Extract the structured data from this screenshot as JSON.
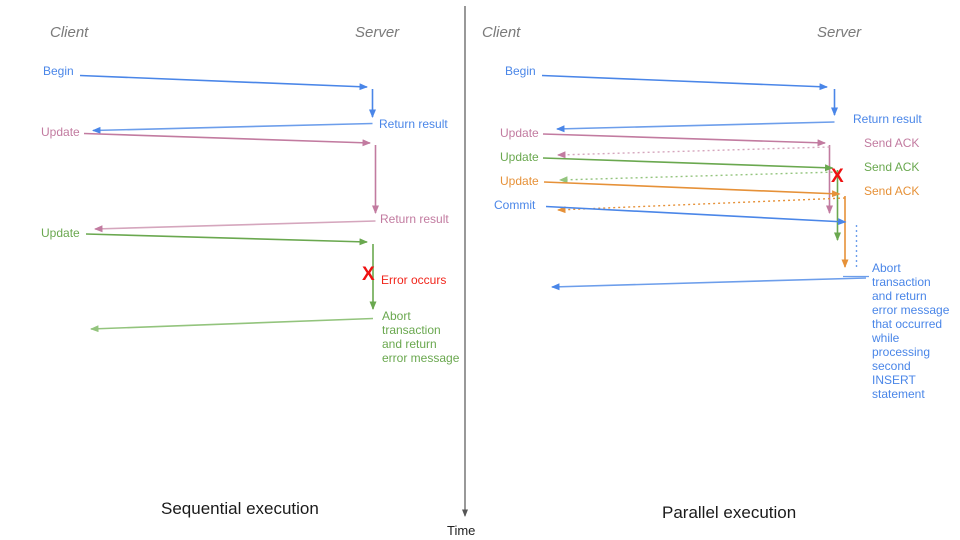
{
  "colors": {
    "blue": "#4a86e8",
    "blue_light": "#6d9eeb",
    "pink": "#c27ba0",
    "pink_light": "#d5a6bd",
    "green": "#6aa84f",
    "green_light": "#93c47d",
    "orange": "#e69138",
    "orange_light": "#f6b26b",
    "red": "#ee1111",
    "header_gray": "#7a7a7a"
  },
  "timeline": {
    "label": "Time"
  },
  "left": {
    "title": "Sequential execution",
    "client_header": "Client",
    "server_header": "Server",
    "labels": {
      "begin": "Begin",
      "return1": "Return result",
      "update1": "Update",
      "return2": "Return result",
      "update2": "Update",
      "x_mark": "X",
      "error": "Error occurs",
      "abort": "Abort\ntransaction\nand return\nerror message"
    }
  },
  "right": {
    "title": "Parallel execution",
    "client_header": "Client",
    "server_header": "Server",
    "labels": {
      "begin": "Begin",
      "return1": "Return result",
      "update1": "Update",
      "ack1": "Send ACK",
      "update2": "Update",
      "ack2": "Send ACK",
      "update3": "Update",
      "ack3": "Send ACK",
      "commit": "Commit",
      "x_mark": "X",
      "abort": "Abort\ntransaction\nand return\nerror message\nthat occurred\nwhile\nprocessing\nsecond\nINSERT\nstatement"
    }
  }
}
